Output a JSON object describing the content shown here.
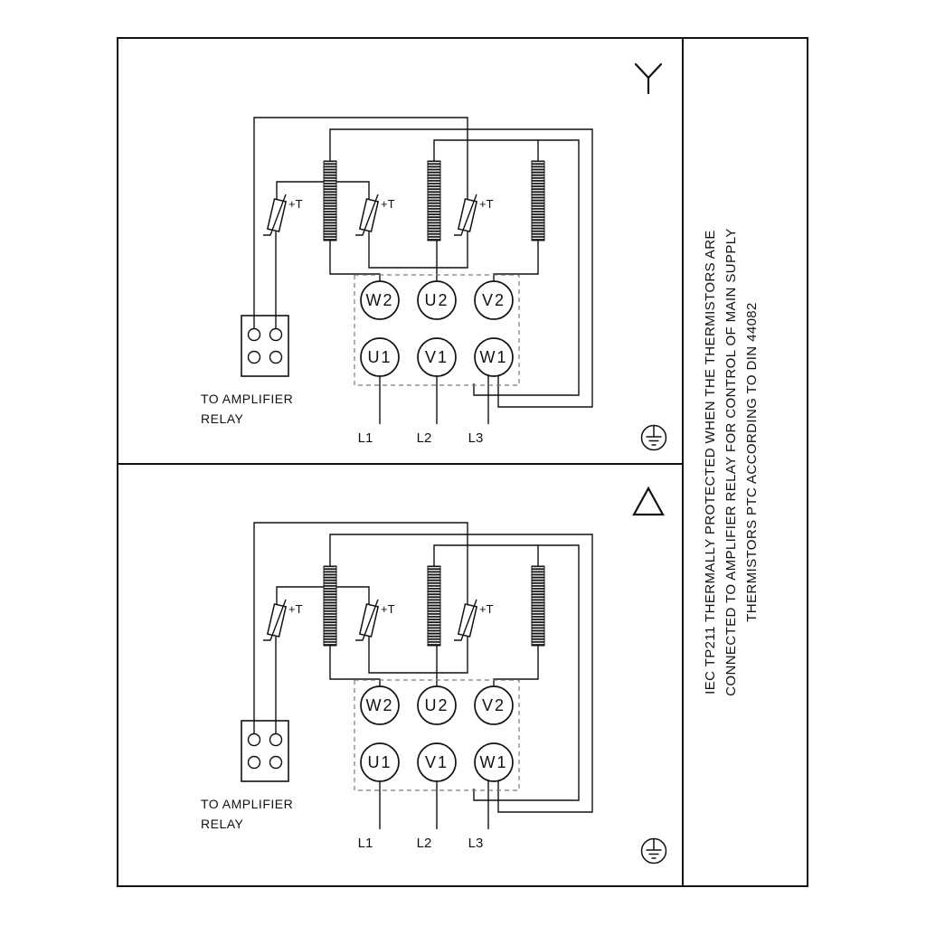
{
  "note_sidebar": {
    "lines": [
      "IEC TP211 THERMALLY PROTECTED WHEN THE THERMISTORS ARE",
      "CONNECTED TO AMPLIFIER RELAY FOR CONTROL OF MAIN SUPPLY",
      "THERMISTORS PTC ACCORDING TO DIN 44082"
    ]
  },
  "panels": [
    {
      "symbol_name": "star",
      "terminals": [
        "W2",
        "U2",
        "V2",
        "U1",
        "V1",
        "W1"
      ],
      "thermistor_label": "+T",
      "relay_caption": [
        "TO AMPLIFIER",
        "RELAY"
      ],
      "mains": [
        "L1",
        "L2",
        "L3"
      ]
    },
    {
      "symbol_name": "delta",
      "terminals": [
        "W2",
        "U2",
        "V2",
        "U1",
        "V1",
        "W1"
      ],
      "thermistor_label": "+T",
      "relay_caption": [
        "TO AMPLIFIER",
        "RELAY"
      ],
      "mains": [
        "L1",
        "L2",
        "L3"
      ]
    }
  ],
  "colors": {
    "line": "#111111",
    "dashed_box": "#7a7a7a",
    "background": "#ffffff"
  }
}
